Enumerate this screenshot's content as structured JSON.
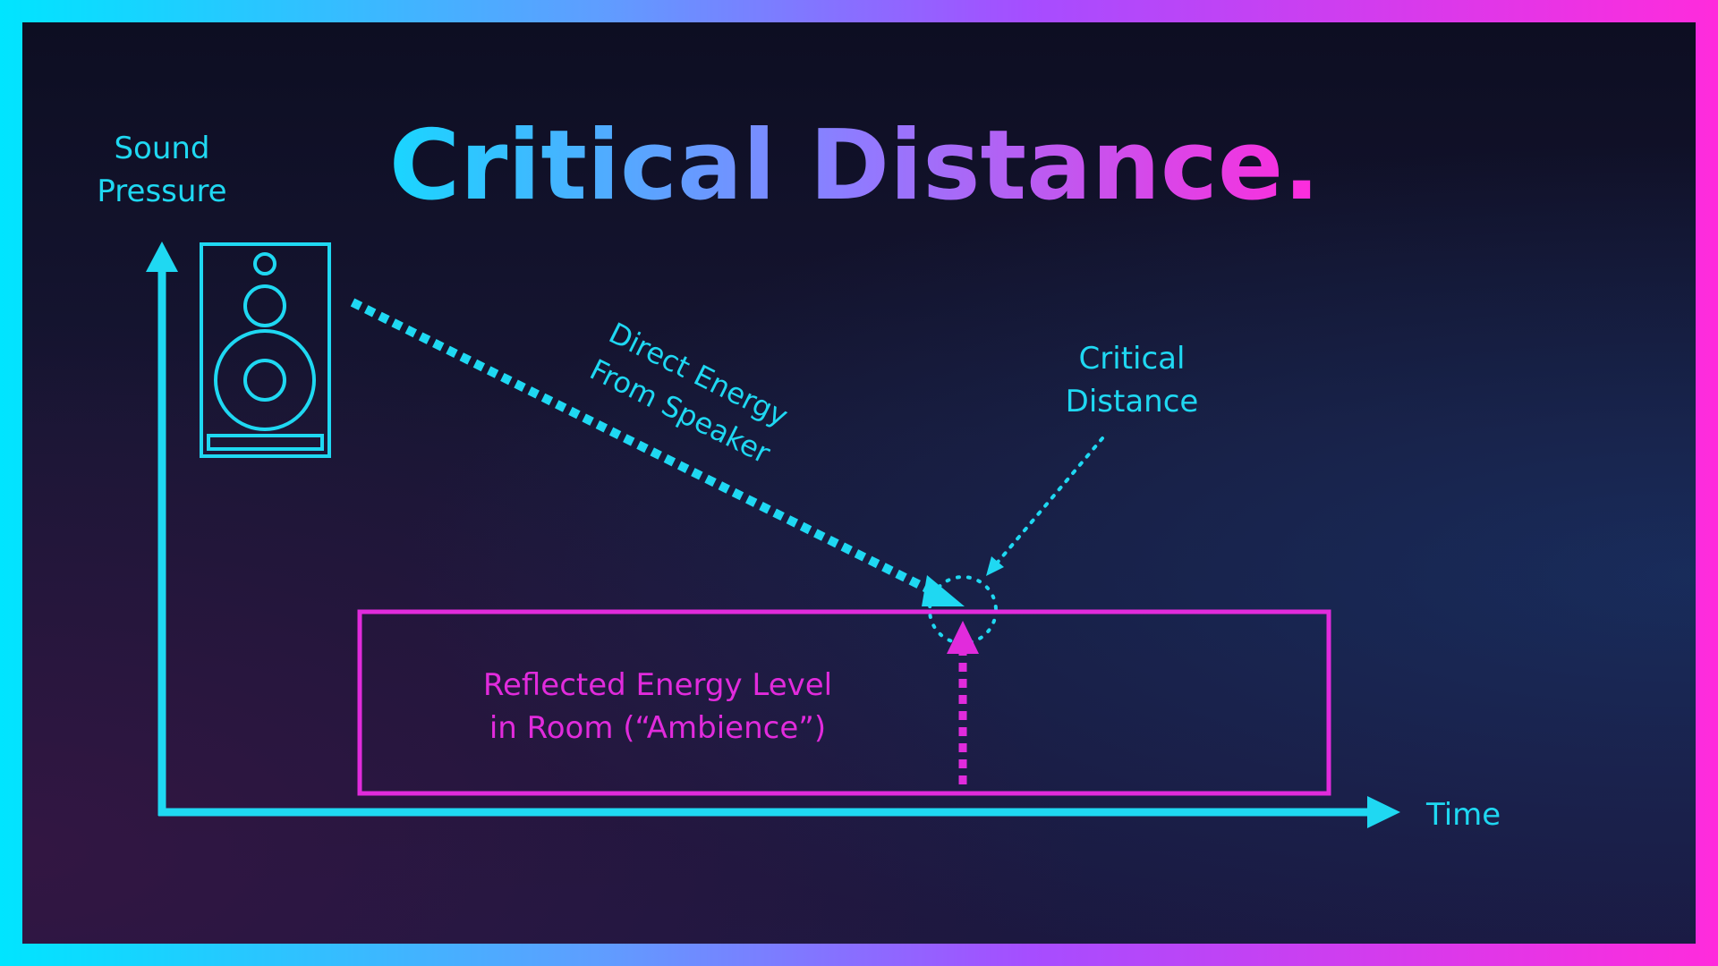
{
  "title": "Critical Distance.",
  "y_axis_label": [
    "Sound",
    "Pressure"
  ],
  "x_axis_label": "Time",
  "direct_energy_label": [
    "Direct Energy",
    "From Speaker"
  ],
  "critical_distance_label": [
    "Critical",
    "Distance"
  ],
  "reflected_energy_label": [
    "Reflected Energy Level",
    "in Room (“Ambience”)"
  ],
  "colors": {
    "cyan": "#1fd8f2",
    "magenta": "#e12bdc",
    "title_gradient": [
      "#19d6ff",
      "#8f7bff",
      "#ff2bdc"
    ]
  },
  "icons": {
    "speaker": "speaker-icon"
  }
}
